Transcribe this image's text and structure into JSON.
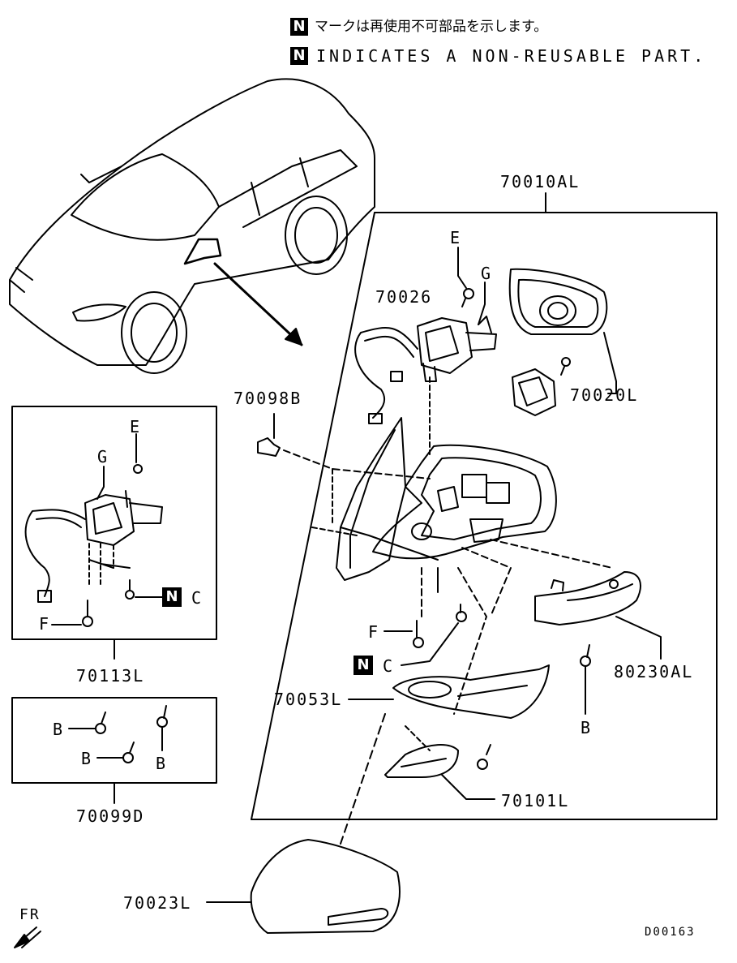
{
  "note": {
    "badge": "N",
    "jp": "マークは再使用不可部品を示します。",
    "en": "INDICATES A NON-REUSABLE PART."
  },
  "labels": {
    "assembly": "70010AL",
    "mirror_glass": "70020L",
    "actuator": "70026",
    "grommet": "70098B",
    "harness_kit": "70113L",
    "screw_kit": "70099D",
    "lower_cover": "70053L",
    "turn_lamp": "80230AL",
    "lamp_cover": "70101L",
    "skull_cap": "70023L"
  },
  "fasteners": {
    "E": "E",
    "G": "G",
    "F": "F",
    "C": "C",
    "B": "B",
    "N": "N"
  },
  "orientation": "FR",
  "diagram_code": "D00163"
}
